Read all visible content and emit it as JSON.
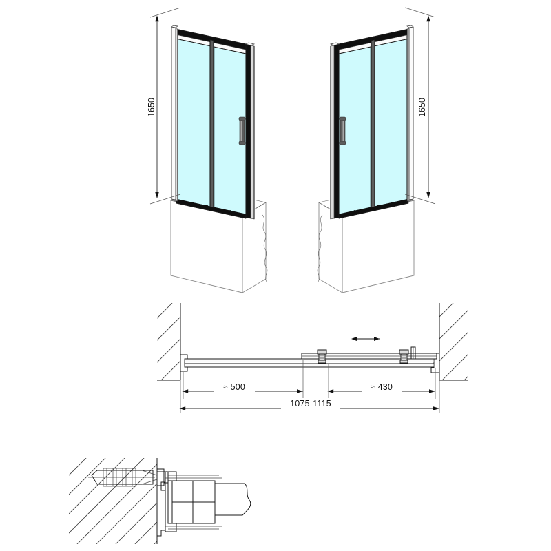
{
  "drawing": {
    "title": "Sliding shower door technical drawing",
    "background_color": "#ffffff",
    "line_color": "#1a1a1a",
    "glass_color": "#cffafd",
    "frame_dark_color": "#0f0f0f",
    "handle_color": "#5d5d5d"
  },
  "views": {
    "left_elevation": {
      "name": "left-isometric-view",
      "height_dimension": "1650",
      "panels": [
        "fixed-panel",
        "sliding-panel"
      ],
      "handle": "vertical-bar-handle"
    },
    "right_elevation": {
      "name": "right-isometric-view",
      "height_dimension": "1650",
      "panels": [
        "sliding-panel",
        "fixed-panel"
      ],
      "handle": "vertical-bar-handle"
    },
    "plan_section": {
      "name": "plan-section-view",
      "left_segment_dimension": "≈ 500",
      "right_segment_dimension": "≈ 430",
      "overall_dimension": "1075-1115",
      "slide_arrow": "double-headed-arrow",
      "walls": [
        "left-wall-hatched",
        "right-wall-hatched"
      ]
    },
    "wall_detail": {
      "name": "wall-fixing-detail",
      "components": [
        "wall-plug-screw",
        "wall-profile",
        "glass-panel-edge"
      ]
    }
  }
}
